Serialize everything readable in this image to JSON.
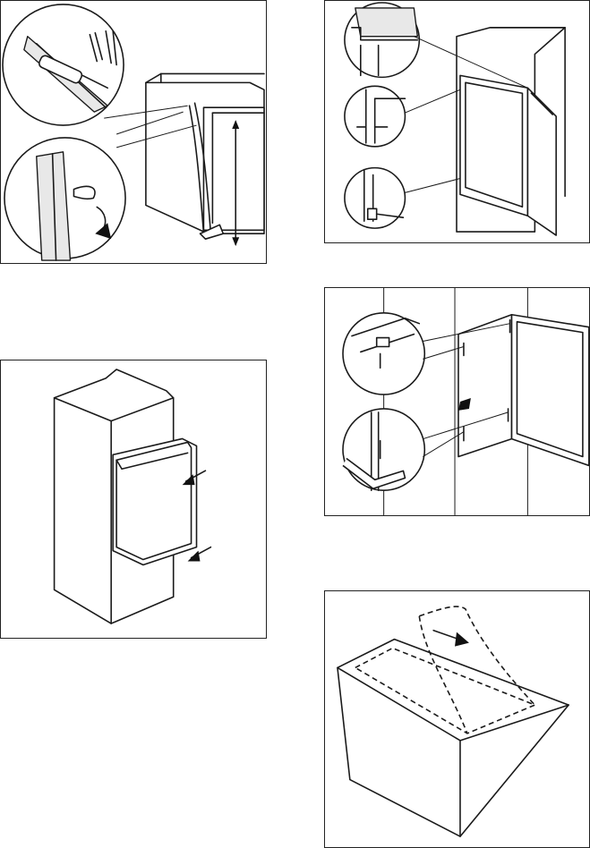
{
  "figures": [
    {
      "id": "fig-1",
      "icon": "cut-seal-strip-illustration"
    },
    {
      "id": "fig-2",
      "icon": "door-gap-check-illustration"
    },
    {
      "id": "fig-3",
      "icon": "door-hinge-screws-illustration"
    },
    {
      "id": "fig-4",
      "icon": "appliance-installed-in-cabinet-illustration"
    },
    {
      "id": "fig-5",
      "icon": "packaging-tape-removal-illustration"
    }
  ]
}
